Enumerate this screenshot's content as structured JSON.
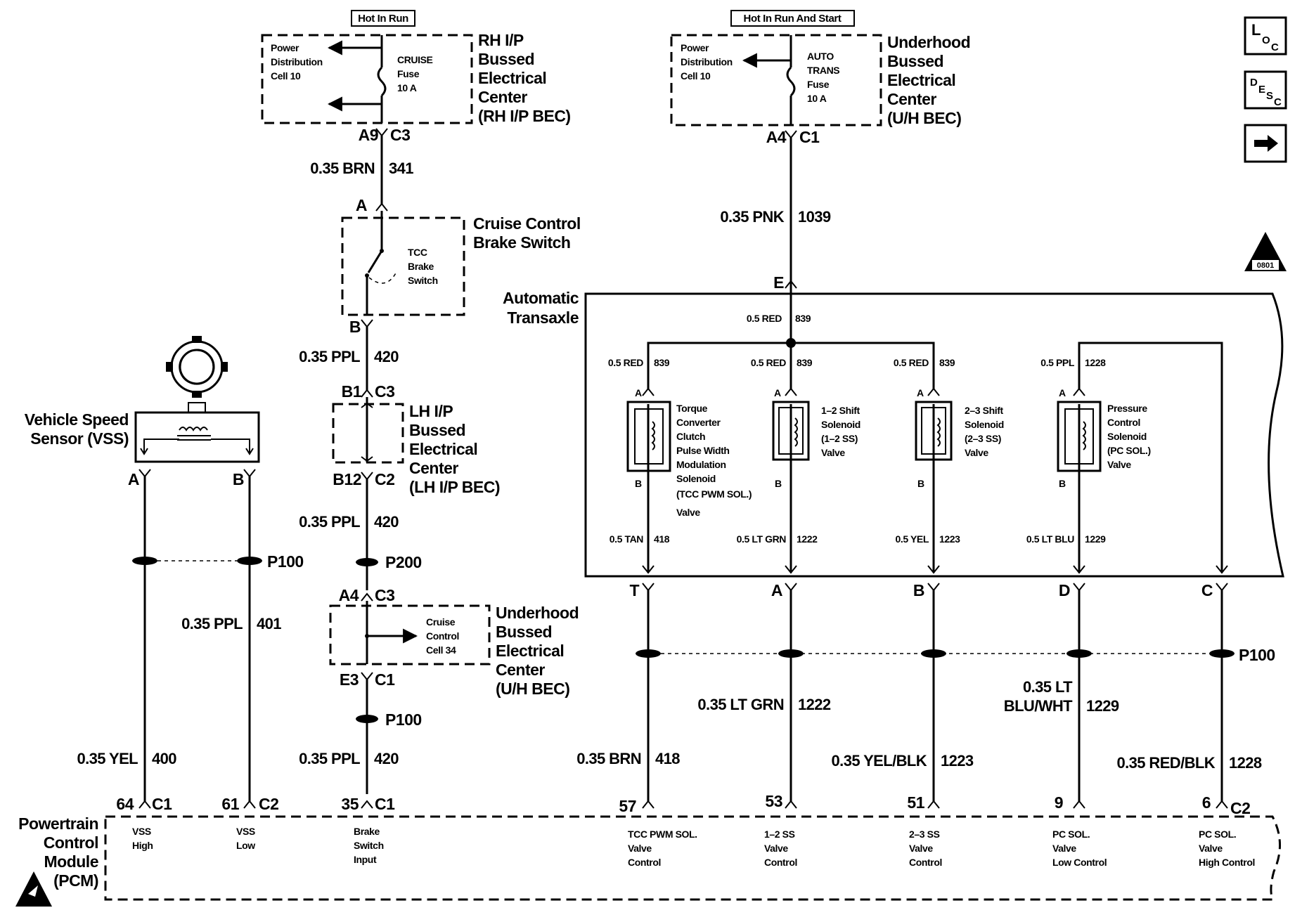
{
  "labels": {
    "hot_in_run": "Hot In Run",
    "hot_in_run_start": "Hot In Run And Start",
    "rh_bec": [
      "RH I/P",
      "Bussed",
      "Electrical",
      "Center",
      "(RH I/P BEC)"
    ],
    "uh_bec_top": [
      "Underhood",
      "Bussed",
      "Electrical",
      "Center",
      "(U/H BEC)"
    ],
    "uh_bec_mid": [
      "Underhood",
      "Bussed",
      "Electrical",
      "Center",
      "(U/H BEC)"
    ],
    "lh_bec": [
      "LH I/P",
      "Bussed",
      "Electrical",
      "Center",
      "(LH I/P BEC)"
    ],
    "power_dist": [
      "Power",
      "Distribution",
      "Cell 10"
    ],
    "cruise_fuse": [
      "CRUISE",
      "Fuse",
      "10 A"
    ],
    "auto_trans_fuse": [
      "AUTO",
      "TRANS",
      "Fuse",
      "10 A"
    ],
    "brake_switch": [
      "Cruise Control",
      "Brake Switch"
    ],
    "tcc_switch": [
      "TCC",
      "Brake",
      "Switch"
    ],
    "cruise_cell": [
      "Cruise",
      "Control",
      "Cell 34"
    ],
    "vss": [
      "Vehicle Speed",
      "Sensor (VSS)"
    ],
    "transaxle": [
      "Automatic",
      "Transaxle"
    ],
    "tcc_sol": [
      "Torque",
      "Converter",
      "Clutch",
      "Pulse Width",
      "Modulation",
      "Solenoid",
      "(TCC PWM SOL.)",
      "Valve"
    ],
    "ss12_sol": [
      "1–2 Shift",
      "Solenoid",
      "(1–2 SS)",
      "Valve"
    ],
    "ss23_sol": [
      "2–3 Shift",
      "Solenoid",
      "(2–3 SS)",
      "Valve"
    ],
    "pc_sol": [
      "Pressure",
      "Control",
      "Solenoid",
      "(PC SOL.)",
      "Valve"
    ],
    "pcm": [
      "Powertrain",
      "Control",
      "Module",
      "(PCM)"
    ]
  },
  "pcm_inputs": {
    "vss_high": [
      "VSS",
      "High"
    ],
    "vss_low": [
      "VSS",
      "Low"
    ],
    "brake_input": [
      "Brake",
      "Switch",
      "Input"
    ],
    "tcc_ctrl": [
      "TCC PWM SOL.",
      "Valve",
      "Control"
    ],
    "ss12_ctrl": [
      "1–2 SS",
      "Valve",
      "Control"
    ],
    "ss23_ctrl": [
      "2–3 SS",
      "Valve",
      "Control"
    ],
    "pc_low": [
      "PC SOL.",
      "Valve",
      "Low Control"
    ],
    "pc_high": [
      "PC SOL.",
      "Valve",
      "High Control"
    ]
  },
  "connectors": {
    "a9": "A9",
    "c3": "C3",
    "a4": "A4",
    "c1": "C1",
    "a": "A",
    "b": "B",
    "b1": "B1",
    "b12": "B12",
    "c2": "C2",
    "e3": "E3",
    "e": "E",
    "t": "T",
    "d": "D",
    "c": "C",
    "p100": "P100",
    "p200": "P200",
    "pin64": "64",
    "pin61": "61",
    "pin35": "35",
    "pin57": "57",
    "pin53": "53",
    "pin51": "51",
    "pin9": "9",
    "pin6": "6"
  },
  "wires": {
    "w341": [
      "0.35 BRN",
      "341"
    ],
    "w420a": [
      "0.35 PPL",
      "420"
    ],
    "w420b": [
      "0.35 PPL",
      "420"
    ],
    "w420c": [
      "0.35 PPL",
      "420"
    ],
    "w1039": [
      "0.35 PNK",
      "1039"
    ],
    "w400": [
      "0.35 YEL",
      "400"
    ],
    "w401": [
      "0.35 PPL",
      "401"
    ],
    "w418": [
      "0.35 BRN",
      "418"
    ],
    "w1222": [
      "0.35 LT GRN",
      "1222"
    ],
    "w1229": [
      "0.35 LT",
      "BLU/WHT",
      "1229"
    ],
    "w1223": [
      "0.35 YEL/BLK",
      "1223"
    ],
    "w1228": [
      "0.35 RED/BLK",
      "1228"
    ],
    "w839_top": [
      "0.5 RED",
      "839"
    ],
    "w839_1": [
      "0.5 RED",
      "839"
    ],
    "w839_2": [
      "0.5 RED",
      "839"
    ],
    "w839_3": [
      "0.5 RED",
      "839"
    ],
    "w1228_int": [
      "0.5 PPL",
      "1228"
    ],
    "w418_int": [
      "0.5 TAN",
      "418"
    ],
    "w1222_int": [
      "0.5 LT GRN",
      "1222"
    ],
    "w1223_int": [
      "0.5 YEL",
      "1223"
    ],
    "w1229_int": [
      "0.5 LT BLU",
      "1229"
    ]
  },
  "icons": {
    "loc": "L",
    "loc_sub": "O",
    "loc_sub2": "C",
    "desc": "D",
    "desc_sub": "E",
    "desc_sub2": "S",
    "desc_sub3": "C",
    "badge": "0801"
  }
}
